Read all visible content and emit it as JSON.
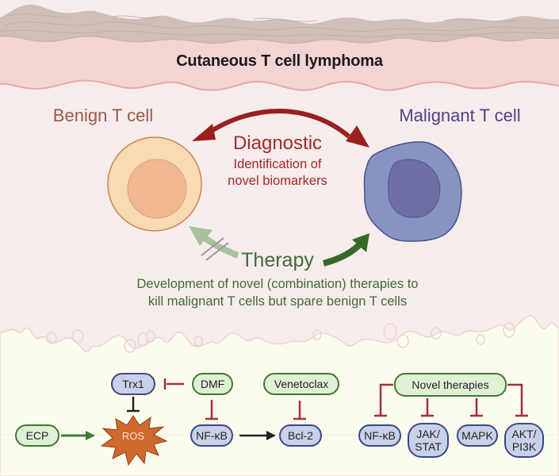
{
  "title": "Cutaneous T cell lymphoma",
  "cells": {
    "benign": {
      "label": "Benign T cell",
      "color": "#9a5a47"
    },
    "malignant": {
      "label": "Malignant T cell",
      "color": "#4e438a"
    }
  },
  "diagnostic": {
    "title": "Diagnostic",
    "subtitle_line1": "Identification of",
    "subtitle_line2": "novel biomarkers",
    "color": "#a12a2a"
  },
  "therapy": {
    "title": "Therapy",
    "subtitle_line1": "Development of novel (combination) therapies to",
    "subtitle_line2": "kill malignant T cells but spare benign T cells",
    "color": "#3d6b37"
  },
  "pathway": {
    "nodes": {
      "ecp": "ECP",
      "trx1": "Trx1",
      "ros": "ROS",
      "dmf": "DMF",
      "nfkb1": "NF-κB",
      "bcl2": "Bcl-2",
      "venetoclax": "Venetoclax",
      "novel_therapies": "Novel therapies",
      "nfkb2": "NF-κB",
      "jak_stat_1": "JAK/",
      "jak_stat_2": "STAT",
      "mapk": "MAPK",
      "akt_pi3k_1": "AKT/",
      "akt_pi3k_2": "PI3K"
    },
    "edges": [
      {
        "from": "ECP",
        "to": "ROS",
        "type": "activation"
      },
      {
        "from": "Trx1",
        "to": "ROS",
        "type": "inhibition"
      },
      {
        "from": "DMF",
        "to": "Trx1",
        "type": "inhibition"
      },
      {
        "from": "DMF",
        "to": "NF-κB",
        "type": "inhibition"
      },
      {
        "from": "NF-κB",
        "to": "Bcl-2",
        "type": "activation"
      },
      {
        "from": "Venetoclax",
        "to": "Bcl-2",
        "type": "inhibition"
      },
      {
        "from": "Novel therapies",
        "to": "NF-κB",
        "type": "inhibition"
      },
      {
        "from": "Novel therapies",
        "to": "JAK/STAT",
        "type": "inhibition"
      },
      {
        "from": "Novel therapies",
        "to": "MAPK",
        "type": "inhibition"
      },
      {
        "from": "Novel therapies",
        "to": "AKT/PI3K",
        "type": "inhibition"
      }
    ]
  },
  "colors": {
    "skin_top": "#cfbfb8",
    "epidermis": "#f2d4d3",
    "dermis": "#f7ecec",
    "subcutis": "#fcfcee",
    "inhibition": "#a3303c",
    "activation": "#3f7a32"
  }
}
